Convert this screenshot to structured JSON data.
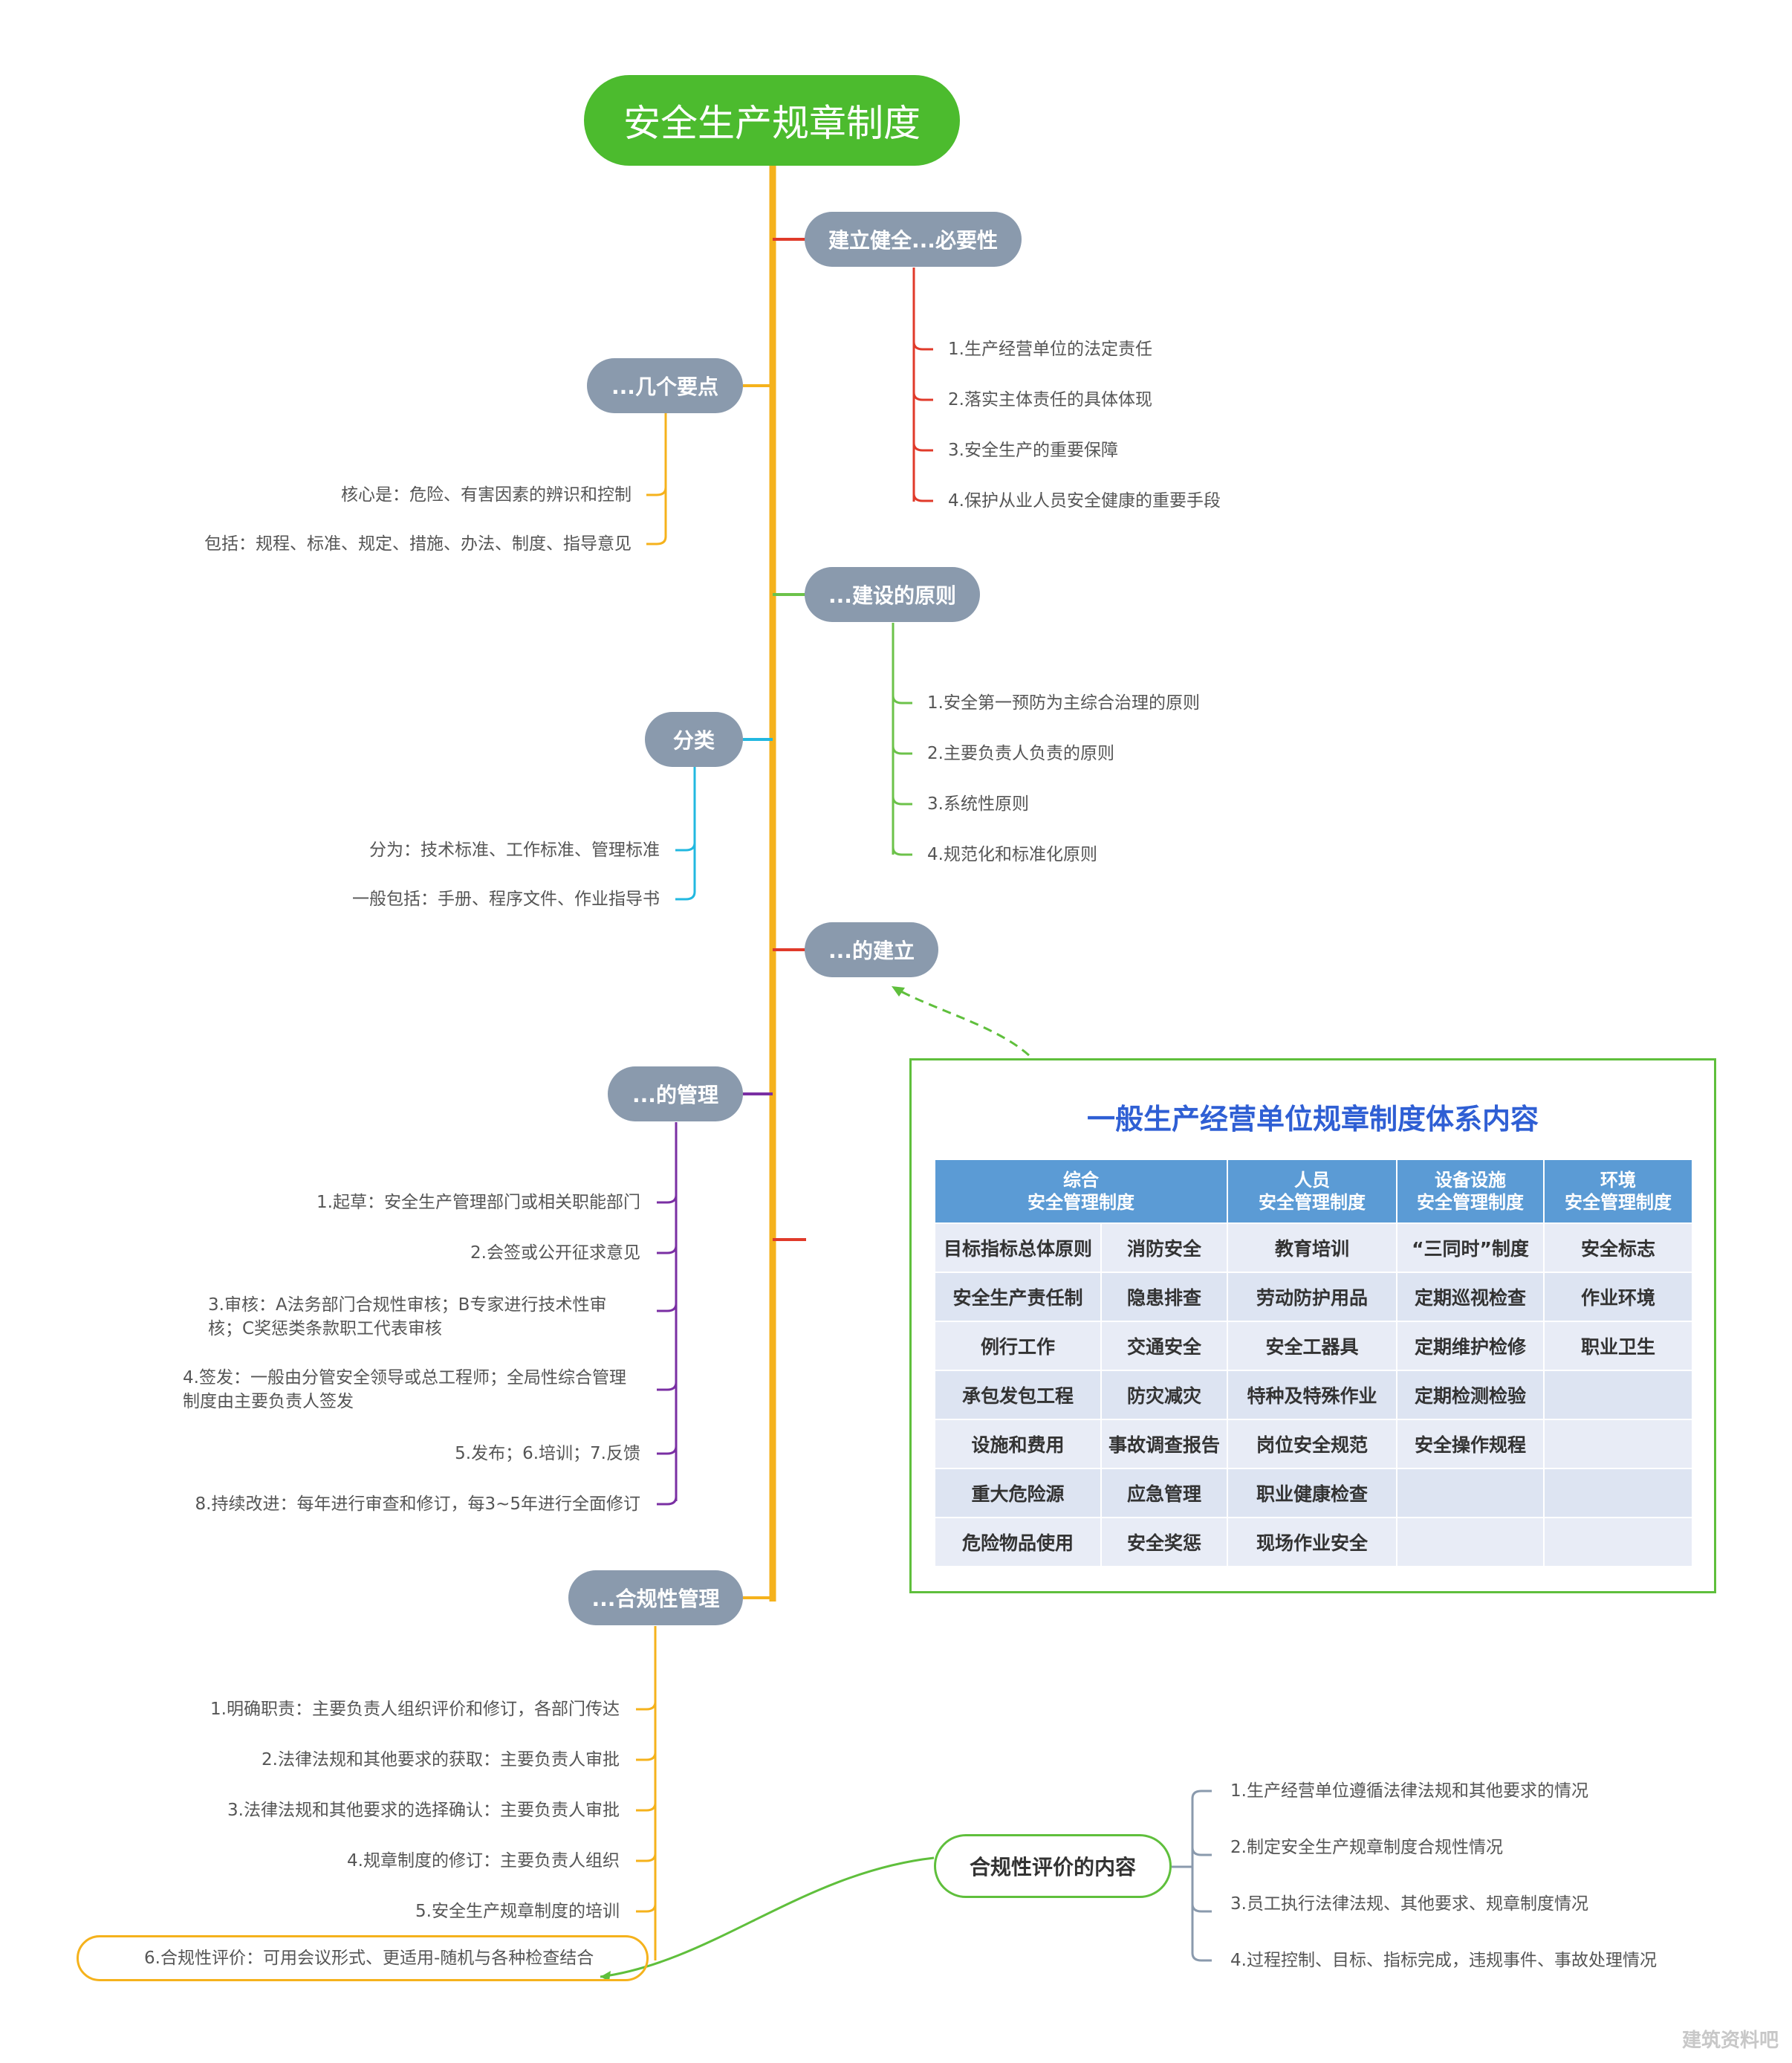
{
  "root": "安全生产规章制度",
  "branches": {
    "necessity": {
      "label": "建立健全...必要性",
      "items": [
        "1.生产经营单位的法定责任",
        "2.落实主体责任的具体体现",
        "3.安全生产的重要保障",
        "4.保护从业人员安全健康的重要手段"
      ]
    },
    "points": {
      "label": "...几个要点",
      "items": [
        "核心是：危险、有害因素的辨识和控制",
        "包括：规程、标准、规定、措施、办法、制度、指导意见"
      ]
    },
    "principles": {
      "label": "...建设的原则",
      "items": [
        "1.安全第一预防为主综合治理的原则",
        "2.主要负责人负责的原则",
        "3.系统性原则",
        "4.规范化和标准化原则"
      ]
    },
    "classification": {
      "label": "分类",
      "items": [
        "分为：技术标准、工作标准、管理标准",
        "一般包括：手册、程序文件、作业指导书"
      ]
    },
    "establishment": {
      "label": "...的建立"
    },
    "management": {
      "label": "...的管理",
      "items": [
        "1.起草：安全生产管理部门或相关职能部门",
        "2.会签或公开征求意见",
        "3.审核：A法务部门合规性审核；B专家进行技术性审核；C奖惩类条款职工代表审核",
        "4.签发：一般由分管安全领导或总工程师；全局性综合管理制度由主要负责人签发",
        "5.发布；6.培训；7.反馈",
        "8.持续改进：每年进行审查和修订，每3~5年进行全面修订"
      ]
    },
    "compliance": {
      "label": "...合规性管理",
      "items": [
        "1.明确职责：主要负责人组织评价和修订，各部门传达",
        "2.法律法规和其他要求的获取：主要负责人审批",
        "3.法律法规和其他要求的选择确认：主要负责人审批",
        "4.规章制度的修订：主要负责人组织",
        "5.安全生产规章制度的培训",
        "6.合规性评价：可用会议形式、更适用-随机与各种检查结合"
      ]
    },
    "evaluation": {
      "label": "合规性评价的内容",
      "items": [
        "1.生产经营单位遵循法律法规和其他要求的情况",
        "2.制定安全生产规章制度合规性情况",
        "3.员工执行法律法规、其他要求、规章制度情况",
        "4.过程控制、目标、指标完成，违规事件、事故处理情况"
      ]
    }
  },
  "table": {
    "title": "一般生产经营单位规章制度体系内容",
    "headers": [
      "综合\n安全管理制度",
      "人员\n安全管理制度",
      "设备设施\n安全管理制度",
      "环境\n安全管理制度"
    ],
    "rows": [
      [
        "目标指标总体原则",
        "消防安全",
        "教育培训",
        "“三同时”制度",
        "安全标志"
      ],
      [
        "安全生产责任制",
        "隐患排查",
        "劳动防护用品",
        "定期巡视检查",
        "作业环境"
      ],
      [
        "例行工作",
        "交通安全",
        "安全工器具",
        "定期维护检修",
        "职业卫生"
      ],
      [
        "承包发包工程",
        "防灾减灾",
        "特种及特殊作业",
        "定期检测检验",
        ""
      ],
      [
        "设施和费用",
        "事故调查报告",
        "岗位安全规范",
        "安全操作规程",
        ""
      ],
      [
        "重大危险源",
        "应急管理",
        "职业健康检查",
        "",
        ""
      ],
      [
        "危险物品使用",
        "安全奖惩",
        "现场作业安全",
        "",
        ""
      ]
    ]
  },
  "watermark": "建筑资料吧",
  "colors": {
    "root": "#4cbb2e",
    "pill": "#8a9aad",
    "spine": "#f5b21c",
    "red": "#e03a2a",
    "green": "#6cc24a",
    "cyan": "#22b8e0",
    "purple": "#7a2fa3"
  }
}
